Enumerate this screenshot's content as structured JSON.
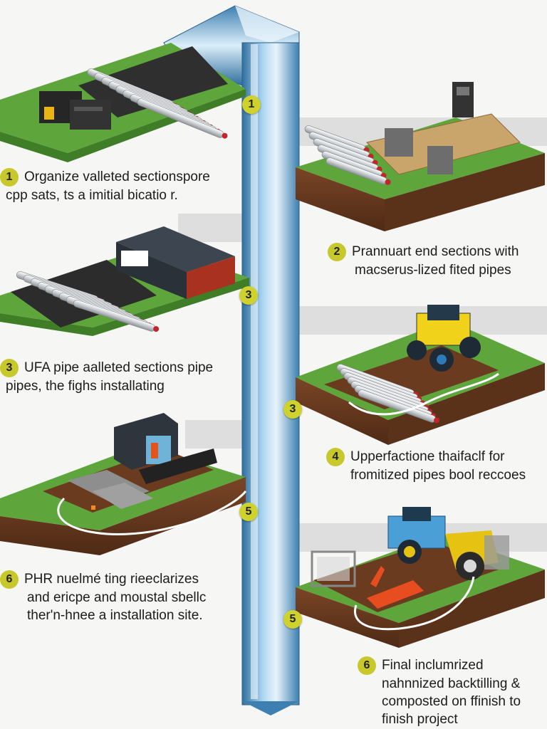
{
  "steps": [
    {
      "num": "1",
      "line1": "Organize valleted sectionspore",
      "line2": "cpp sats, ts a imitial bicatio r."
    },
    {
      "num": "2",
      "line1": "Prannuart end sections with",
      "line2": "macserus-lized fited pipes"
    },
    {
      "num": "3",
      "line1": "UFA pipe aalleted sections pipe",
      "line2": "pipes, the fighs installating"
    },
    {
      "num": "4",
      "line1": "Upperfactione thaifaclf for",
      "line2": "fromitized pipes bool reccoes"
    },
    {
      "num": "6",
      "line1": "PHR nuelmé ting rieeclarizes",
      "line2": "and ericpe and moustal sbellc",
      "line3": "ther'n-hnee a installation site."
    },
    {
      "num": "6",
      "line1": "Final inclumrized",
      "line2": "nahnnized backtilling &",
      "line3": "composted on ffinish to",
      "line4": "finish project"
    }
  ],
  "pipe_badges": [
    "1",
    "3",
    "3",
    "5",
    "5"
  ],
  "colors": {
    "grass": "#62a83a",
    "soil": "#6b3b20",
    "pipe": "#5b9fcf",
    "badge": "#cfd12c"
  }
}
